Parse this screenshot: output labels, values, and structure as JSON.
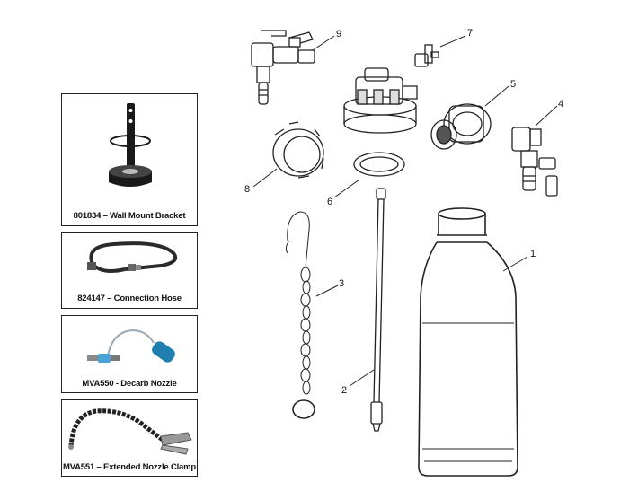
{
  "accessories": [
    {
      "caption": "801834 – Wall Mount Bracket"
    },
    {
      "caption": "824147 – Connection Hose"
    },
    {
      "caption": "MVA550 - Decarb Nozzle"
    },
    {
      "caption": "MVA551 – Extended Nozzle Clamp"
    }
  ],
  "callouts": {
    "c1": "1",
    "c2": "2",
    "c3": "3",
    "c4": "4",
    "c5": "5",
    "c6": "6",
    "c7": "7",
    "c8": "8",
    "c9": "9"
  }
}
